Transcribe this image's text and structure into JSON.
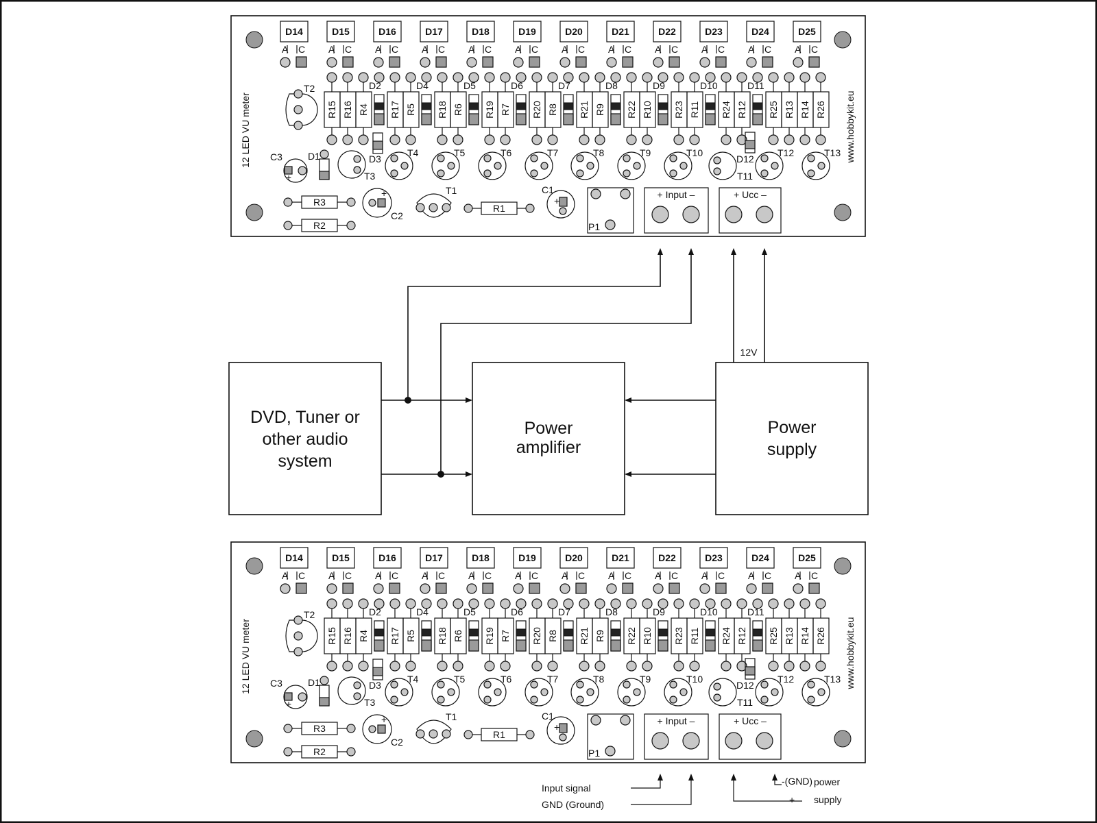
{
  "board": {
    "title": "12 LED VU meter",
    "website": "www.hobbykit.eu",
    "top_leds": [
      "D14",
      "D15",
      "D16",
      "D17",
      "D18",
      "D19",
      "D20",
      "D21",
      "D22",
      "D23",
      "D24",
      "D25"
    ],
    "led_pin_a": "A",
    "led_pin_c": "C",
    "resistors": [
      "R15",
      "R16",
      "R4",
      "R17",
      "R5",
      "R18",
      "R6",
      "R19",
      "R7",
      "R20",
      "R8",
      "R21",
      "R9",
      "R22",
      "R10",
      "R23",
      "R11",
      "R24",
      "R12",
      "R25",
      "R13",
      "R14",
      "R26"
    ],
    "diodes": [
      "D2",
      "D4",
      "D5",
      "D6",
      "D7",
      "D8",
      "D9",
      "D10",
      "D11"
    ],
    "transistors": [
      "T4",
      "T5",
      "T6",
      "T7",
      "T8",
      "T9",
      "T10",
      "T12",
      "T13"
    ],
    "labels": {
      "T1": "T1",
      "T2": "T2",
      "T3": "T3",
      "T11": "T11",
      "D1": "D1",
      "D3": "D3",
      "D12": "D12",
      "C1": "C1",
      "C2": "C2",
      "C3": "C3",
      "R1": "R1",
      "R2": "R2",
      "R3": "R3",
      "P1": "P1",
      "input": "+ Input –",
      "ucc": "+ Ucc –",
      "plus": "+"
    }
  },
  "blocks": {
    "source": [
      "DVD, Tuner or",
      "other audio",
      "system"
    ],
    "amplifier": [
      "Power",
      "amplifier"
    ],
    "supply": [
      "Power",
      "supply"
    ]
  },
  "voltage": "12V",
  "bottom_labels": {
    "input_signal": "Input signal",
    "gnd": "GND (Ground)",
    "gnd_small": "-(GND)",
    "power": "power",
    "supply": "supply",
    "plus": "+"
  }
}
